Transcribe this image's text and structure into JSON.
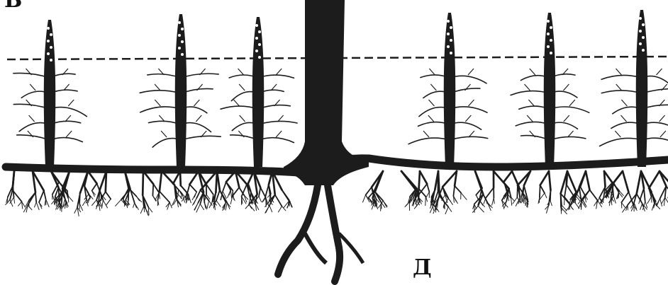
{
  "figure": {
    "labels": {
      "corner": "В",
      "bottom": "Д"
    },
    "colors": {
      "ink": "#1c1c1c",
      "paper": "#ffffff",
      "bud_dots": "#ffffff"
    },
    "shoots": [
      {
        "id": "shoot-1",
        "side": "left"
      },
      {
        "id": "shoot-2",
        "side": "left"
      },
      {
        "id": "shoot-3",
        "side": "left"
      },
      {
        "id": "shoot-4",
        "side": "right"
      },
      {
        "id": "shoot-5",
        "side": "right"
      },
      {
        "id": "shoot-6",
        "side": "right"
      }
    ],
    "soil_line": {
      "style": "dashed"
    }
  }
}
